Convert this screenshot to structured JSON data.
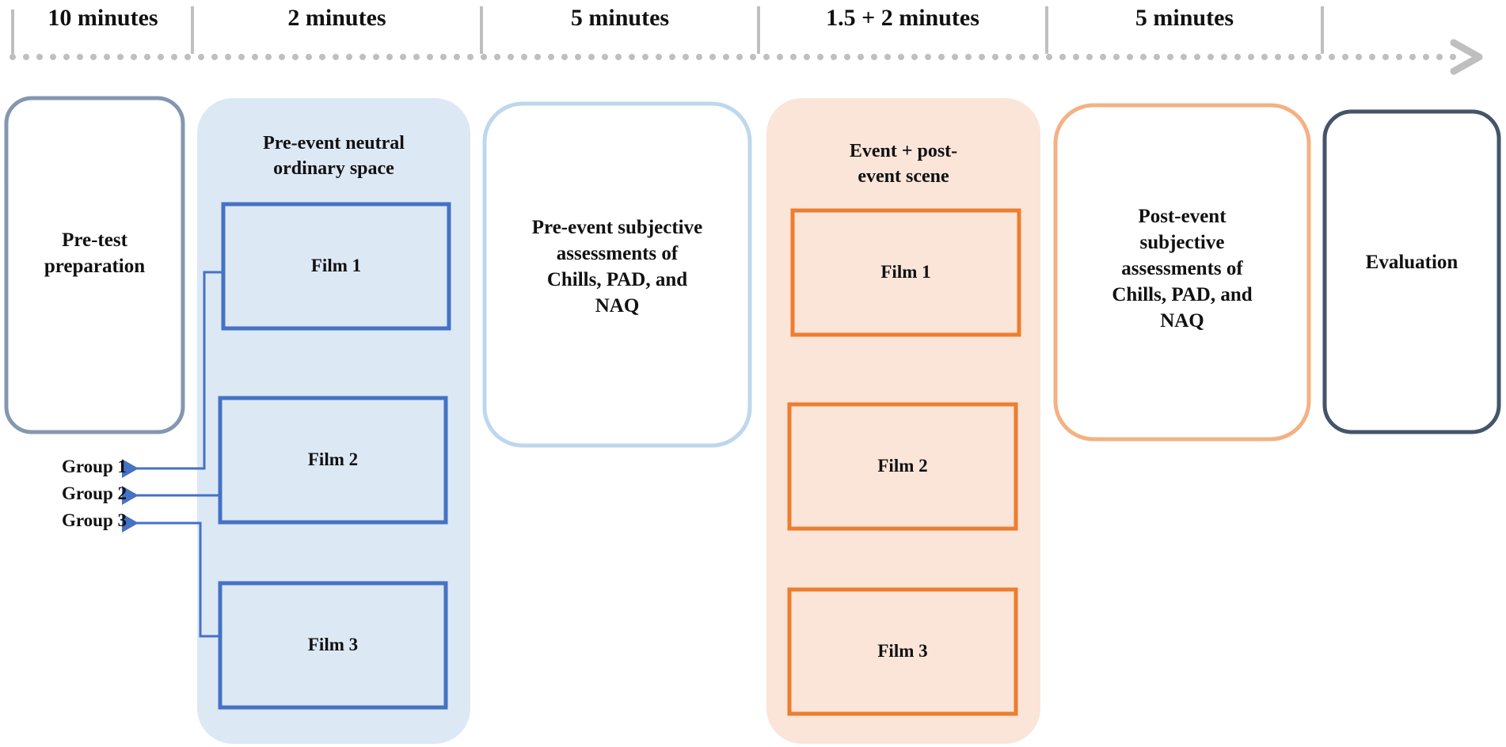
{
  "durations": [
    "10 minutes",
    "2 minutes",
    "5 minutes",
    "1.5 + 2 minutes",
    "5 minutes"
  ],
  "stages": {
    "pretest": "Pre-test\npreparation",
    "pre_event_scene": "Pre-event neutral\nordinary space",
    "pre_assessment": "Pre-event subjective\nassessments of\nChills, PAD, and\nNAQ",
    "event_scene": "Event + post-\nevent scene",
    "post_assessment": "Post-event\nsubjective\nassessments of\nChills, PAD, and\nNAQ",
    "evaluation": "Evaluation"
  },
  "films_pre": [
    "Film 1",
    "Film 2",
    "Film 3"
  ],
  "films_event": [
    "Film 1",
    "Film 2",
    "Film 3"
  ],
  "groups": [
    "Group 1",
    "Group 2",
    "Group 3"
  ],
  "colors": {
    "timeline": "#bfbfbf",
    "pretest_border": "#8497b0",
    "blue_fill": "#dde8f5",
    "blue_box": "#4472c4",
    "pre_assess_border": "#bdd7ee",
    "orange_fill": "#fae5d8",
    "orange_box": "#ed7d31",
    "post_assess_border": "#f4b183",
    "evaluation_border": "#44546a",
    "connector": "#4472c4"
  }
}
